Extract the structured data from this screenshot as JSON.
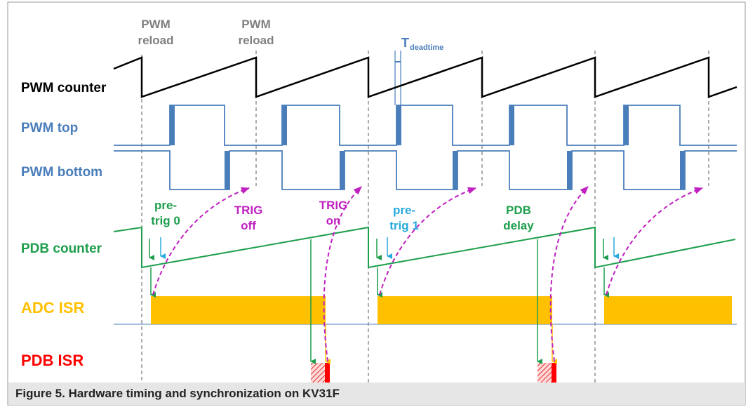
{
  "caption": "Figure 5.  Hardware timing and synchronization on KV31F",
  "colors": {
    "pwm_counter": "#000000",
    "pwm": "#4a7ebb",
    "pdb": "#1e9e4c",
    "trig": "#c020c0",
    "pretrig1": "#28aadc",
    "adc_isr": "#ffc000",
    "pdb_isr": "#ff0000",
    "reload": "#7f7f7f"
  },
  "labels": {
    "pwm_reload_1_line1": "PWM",
    "pwm_reload_1_line2": "reload",
    "pwm_reload_2_line1": "PWM",
    "pwm_reload_2_line2": "reload",
    "tdeadtime_main": "T",
    "tdeadtime_sub": "deadtime",
    "pwm_counter": "PWM counter",
    "pwm_top": "PWM top",
    "pwm_bottom": "PWM bottom",
    "pdb_counter": "PDB counter",
    "adc_isr": "ADC ISR",
    "pdb_isr": "PDB ISR",
    "pretrig0_line1": "pre-",
    "pretrig0_line2": "trig 0",
    "trig_off_line1": "TRIG",
    "trig_off_line2": "off",
    "trig_on_line1": "TRIG",
    "trig_on_line2": "on",
    "pretrig1_line1": "pre-",
    "pretrig1_line2": "trig 1",
    "pdb_delay_line1": "PDB",
    "pdb_delay_line2": "delay"
  }
}
